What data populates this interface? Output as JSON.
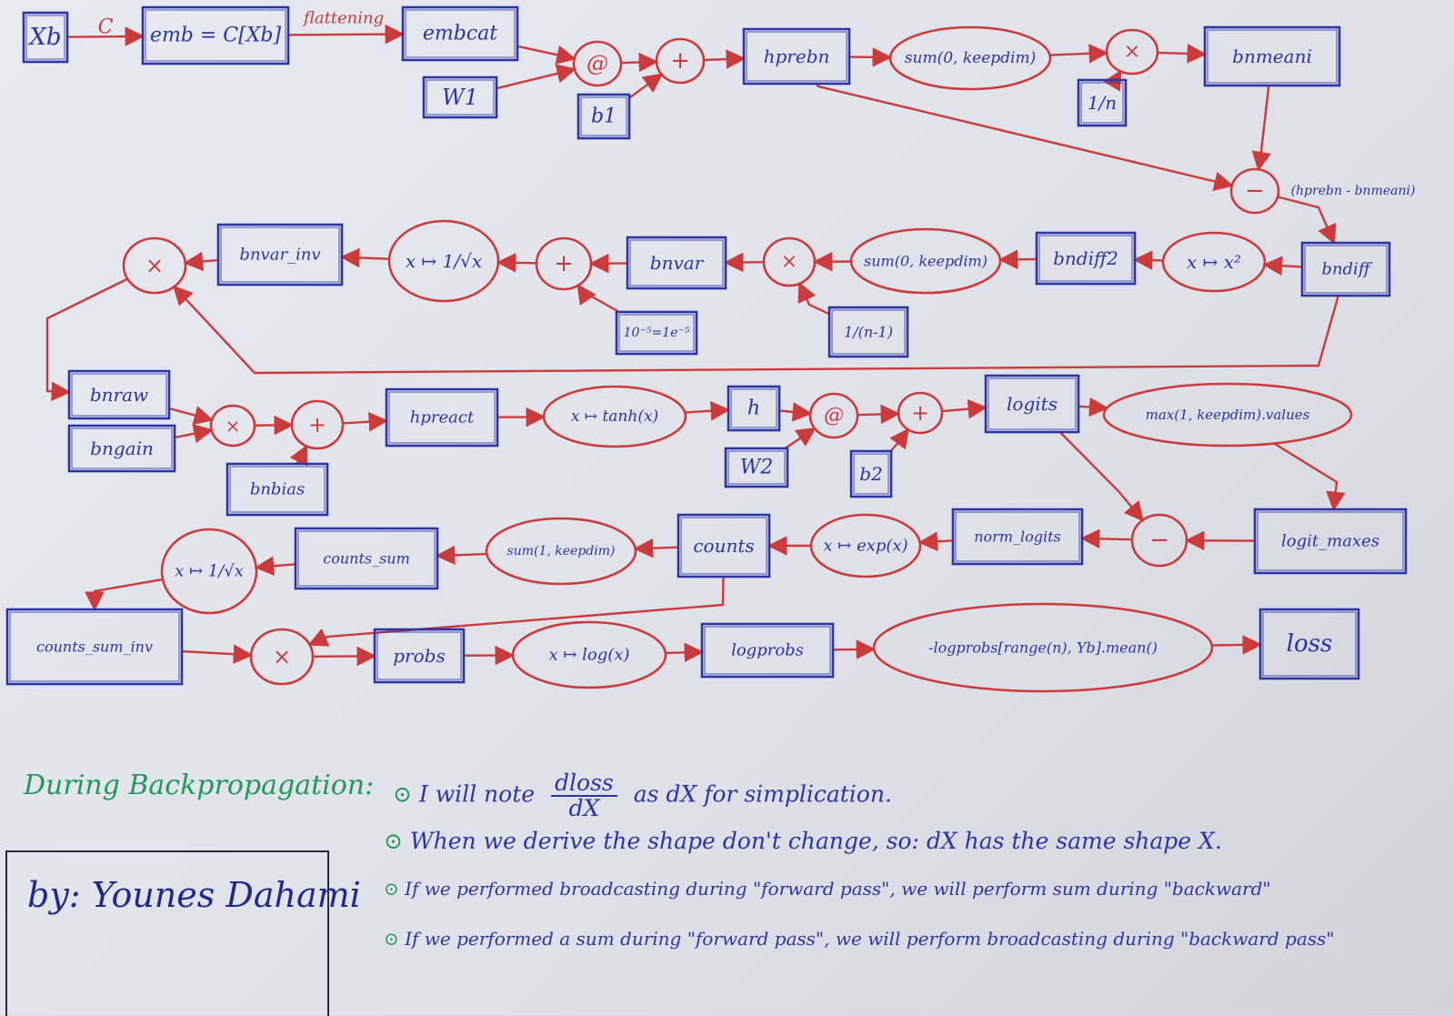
{
  "colors": {
    "tensor_box": "#2b35a8",
    "operation": "#cc3b3b",
    "title_green": "#1e9a5c",
    "paper": "#e4e5ec"
  },
  "tensors": {
    "xb": "Xb",
    "emb": "emb = C[Xb]",
    "embcat": "embcat",
    "w1": "W1",
    "b1": "b1",
    "hprebn": "hprebn",
    "one_over_n": "1/n",
    "bnmeani": "bnmeani",
    "bndiff": "bndiff",
    "bndiff2": "bndiff2",
    "bnvar": "bnvar",
    "bnvar_inv": "bnvar_inv",
    "epsilon": "10⁻⁵=1e⁻⁵",
    "one_over_n_minus_1": "1/(n-1)",
    "bnraw": "bnraw",
    "bngain": "bngain",
    "bnbias": "bnbias",
    "hpreact": "hpreact",
    "h": "h",
    "w2": "W2",
    "b2": "b2",
    "logits": "logits",
    "logit_maxes": "logit_maxes",
    "norm_logits": "norm_logits",
    "counts": "counts",
    "counts_sum": "counts_sum",
    "counts_sum_inv": "counts_sum_inv",
    "probs": "probs",
    "logprobs": "logprobs",
    "loss": "loss"
  },
  "edge_labels": {
    "c": "C",
    "flattening": "flattening",
    "diff_note": "(hprebn - bnmeani)"
  },
  "operations": {
    "matmul1": "@",
    "add1": "+",
    "sum0": "sum(0, keepdim)",
    "mul_n": "×",
    "sub_mean": "−",
    "square": "x ↦ x²",
    "sum_var": "sum(0, keepdim)",
    "mul_var": "×",
    "add_eps": "+",
    "rsqrt": "x ↦ 1/√x",
    "mul_bnraw": "×",
    "mul_gain": "×",
    "add_bias": "+",
    "tanh": "x ↦ tanh(x)",
    "matmul2": "@",
    "add2": "+",
    "max": "max(1, keepdim).values",
    "sub_max": "−",
    "exp": "x ↦ exp(x)",
    "sum1": "sum(1, keepdim)",
    "inv": "x ↦ 1/√x",
    "mul_probs": "×",
    "log": "x ↦ log(x)",
    "nll": "-logprobs[range(n), Yb].mean()"
  },
  "notes": {
    "title": "During Backpropagation:",
    "line1_a": "I will note",
    "line1_frac_num": "dloss",
    "line1_frac_den": "dX",
    "line1_b": "as dX for simplication.",
    "line2": "When we derive the shape don't change, so: dX has the same shape X.",
    "line3": "If we performed broadcasting during \"forward pass\", we will perform sum during \"backward\"",
    "line4": "If we performed a sum during \"forward pass\", we will perform broadcasting during \"backward pass\"",
    "bullet": "⊙"
  },
  "credit": "by: Younes Dahami"
}
